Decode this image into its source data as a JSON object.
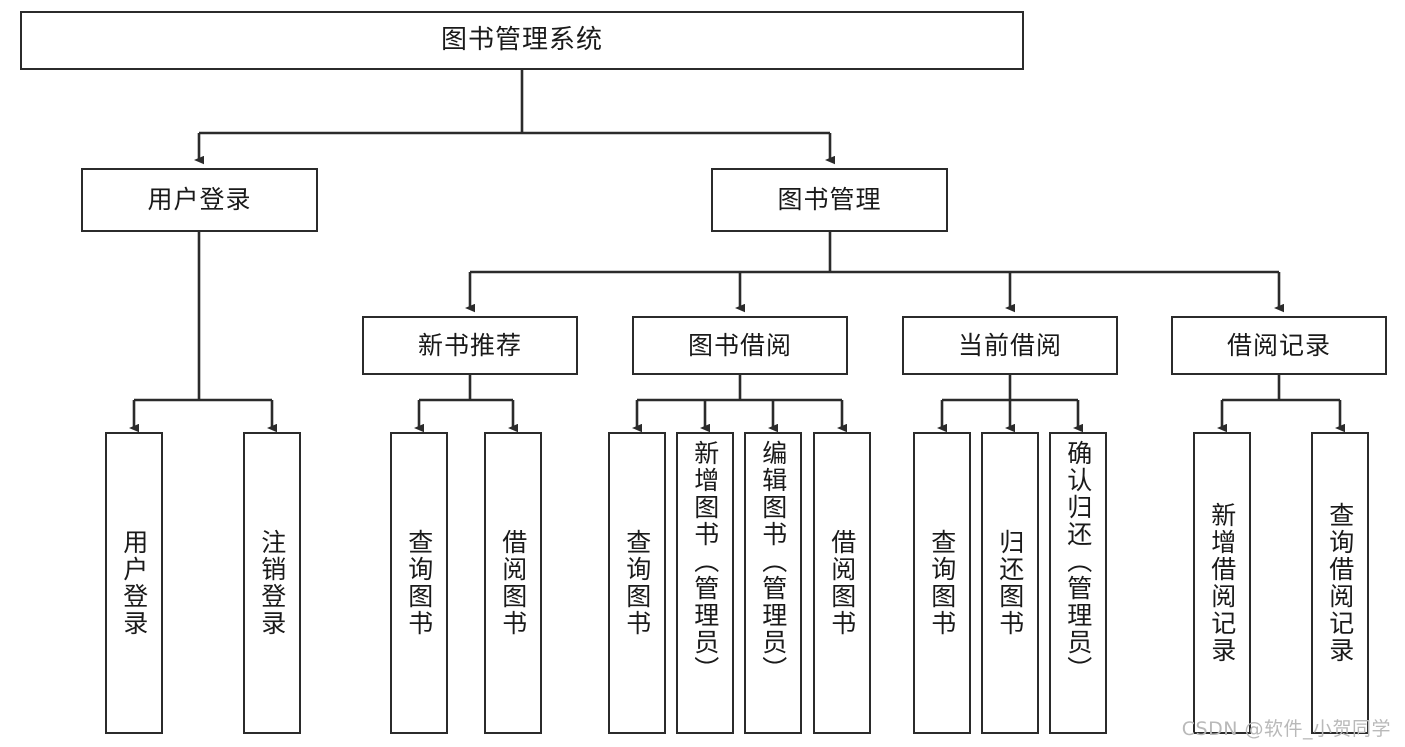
{
  "diagram": {
    "title_node": {
      "label": "图书管理系统"
    },
    "level2": [
      {
        "label": "用户登录"
      },
      {
        "label": "图书管理"
      }
    ],
    "level3": [
      {
        "label": "新书推荐"
      },
      {
        "label": "图书借阅"
      },
      {
        "label": "当前借阅"
      },
      {
        "label": "借阅记录"
      }
    ],
    "leaves": {
      "user_login": [
        {
          "label": "用户登录"
        },
        {
          "label": "注销登录"
        }
      ],
      "new_book": [
        {
          "label": "查询图书"
        },
        {
          "label": "借阅图书"
        }
      ],
      "book_borrow": [
        {
          "label": "查询图书"
        },
        {
          "label": "新增图书（管理员）"
        },
        {
          "label": "编辑图书（管理员）"
        },
        {
          "label": "借阅图书"
        }
      ],
      "current_borrow": [
        {
          "label": "查询图书"
        },
        {
          "label": "归还图书"
        },
        {
          "label": "确认归还（管理员）"
        }
      ],
      "borrow_record": [
        {
          "label": "新增借阅记录"
        },
        {
          "label": "查询借阅记录"
        }
      ]
    }
  },
  "watermark": {
    "text": "CSDN @软件_小贺同学"
  },
  "colors": {
    "border": "#2b2b2b",
    "text": "#1a1a1a",
    "background": "#ffffff",
    "watermark": "#b9b9b9"
  }
}
